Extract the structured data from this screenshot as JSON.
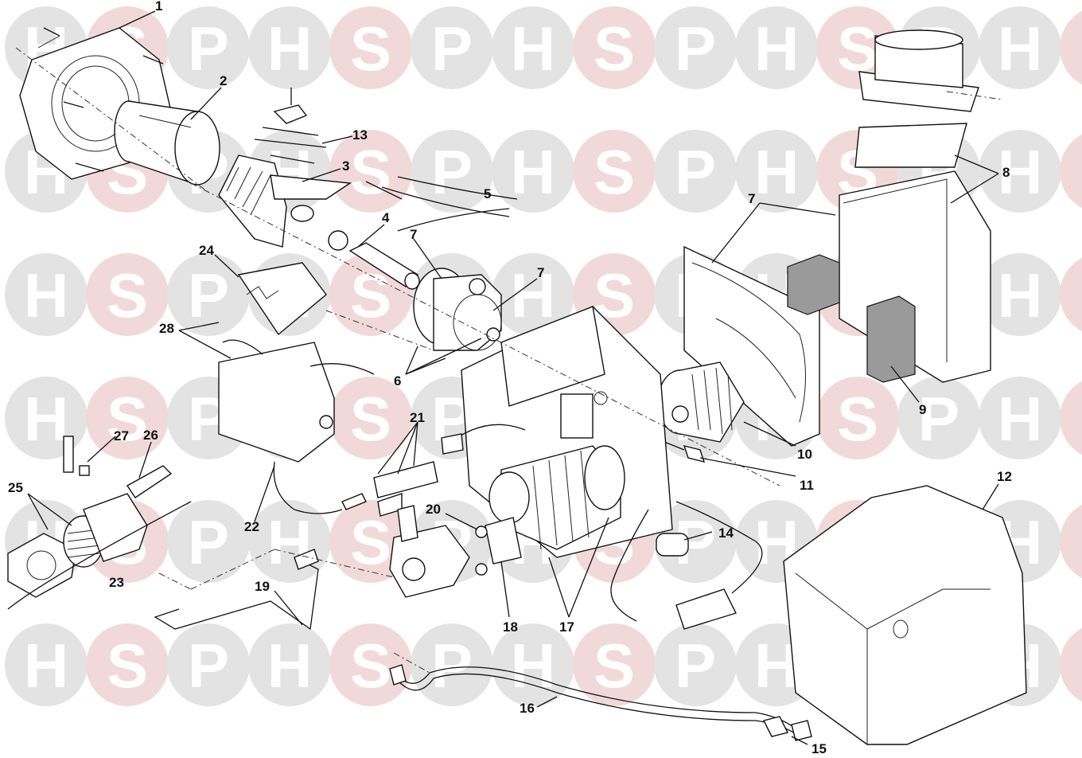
{
  "watermark": {
    "letters": [
      "H",
      "S",
      "P"
    ],
    "colors": {
      "H": "#e3e3e3",
      "S": "#f2d9d9",
      "P": "#e3e3e3"
    }
  },
  "callouts": [
    "1",
    "2",
    "3",
    "4",
    "5",
    "6",
    "7",
    "7",
    "7",
    "8",
    "9",
    "10",
    "11",
    "12",
    "13",
    "14",
    "15",
    "16",
    "17",
    "18",
    "19",
    "20",
    "21",
    "22",
    "23",
    "24",
    "25",
    "26",
    "27",
    "28"
  ]
}
